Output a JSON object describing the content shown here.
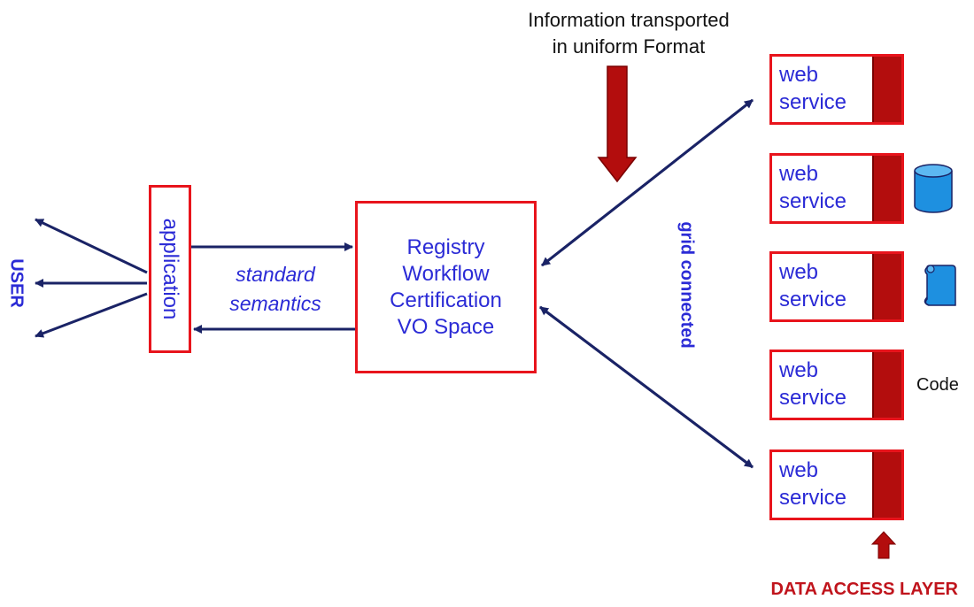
{
  "diagram": {
    "top_note": {
      "line1": "Information transported",
      "line2": "in uniform Format"
    },
    "user_label": "USER",
    "application_label": "application",
    "semantics": {
      "line1": "standard",
      "line2": "semantics"
    },
    "registry": {
      "lines": [
        "Registry",
        "Workflow",
        "Certification",
        "VO Space"
      ]
    },
    "grid_label": "grid connected",
    "web_services": [
      {
        "line1": "web",
        "line2": "service"
      },
      {
        "line1": "web",
        "line2": "service"
      },
      {
        "line1": "web",
        "line2": "service"
      },
      {
        "line1": "web",
        "line2": "service"
      },
      {
        "line1": "web",
        "line2": "service"
      }
    ],
    "resource_icons": [
      "database-icon",
      "scroll-icon"
    ],
    "code_label": "Code",
    "data_access_layer_label": "DATA ACCESS LAYER",
    "colors": {
      "box_border": "#e8141c",
      "service_bar": "#b30d0d",
      "connector": "#1a2366",
      "label_blue": "#2b2bd6",
      "icon_blue": "#1e90e0",
      "big_arrow": "#b30d0d",
      "data_layer_red": "#c0141c"
    }
  }
}
